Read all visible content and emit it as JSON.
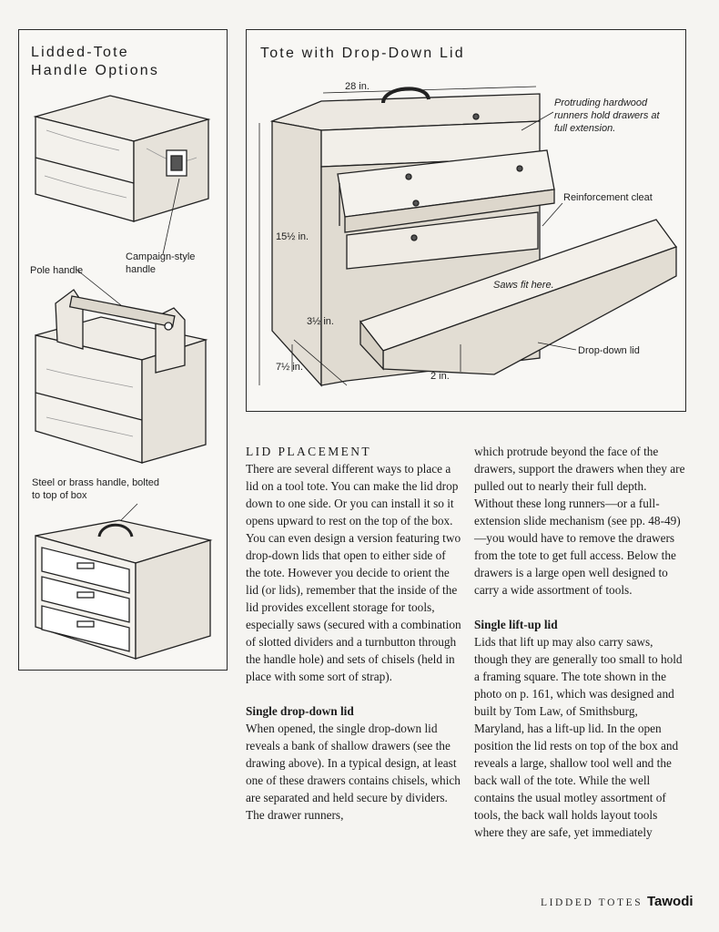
{
  "left_panel": {
    "title_line1": "Lidded-Tote",
    "title_line2": "Handle Options",
    "callout_campaign": "Campaign-style handle",
    "callout_pole": "Pole handle",
    "callout_steel": "Steel or brass handle, bolted to top of box"
  },
  "right_panel": {
    "title": "Tote with Drop-Down Lid",
    "dim_width": "28 in.",
    "dim_height": "15½ in.",
    "dim_3half": "3½ in.",
    "dim_7half": "7½ in.",
    "dim_2": "2 in.",
    "callout_runners": "Protruding hardwood runners hold drawers at full extension.",
    "callout_cleat": "Reinforcement cleat",
    "callout_saws": "Saws fit here.",
    "callout_droplid": "Drop-down lid"
  },
  "article": {
    "heading": "LID PLACEMENT",
    "para1": "There are several different ways to place a lid on a tool tote. You can make the lid drop down to one side. Or you can install it so it opens upward to rest on the top of the box. You can even design a version featuring two drop-down lids that open to either side of the tote. However you decide to orient the lid (or lids), remember that the inside of the lid provides excellent storage for tools, especially saws (secured with a combination of slotted dividers and a turnbutton through the handle hole) and sets of chisels (held in place with some sort of strap).",
    "sub1": "Single drop-down lid",
    "para2": "When opened, the single drop-down lid reveals a bank of shallow drawers (see the drawing above). In a typical design, at least one of these drawers contains chisels, which are separated and held secure by dividers. The drawer runners,",
    "para3": "which protrude beyond the face of the drawers, support the drawers when they are pulled out to nearly their full depth. Without these long runners—or a full-extension slide mechanism (see pp. 48-49)—you would have to remove the drawers from the tote to get full access. Below the drawers is a large open well designed to carry a wide assortment of tools.",
    "sub2": "Single lift-up lid",
    "para4": "Lids that lift up may also carry saws, though they are generally too small to hold a framing square. The tote shown in the photo on p. 161, which was designed and built by Tom Law, of Smithsburg, Maryland, has a lift-up lid. In the open position the lid rests on top of the box and reveals a large, shallow tool well and the back wall of the tote. While the well contains the usual motley assortment of tools, the back wall holds layout tools where they are safe, yet immediately"
  },
  "footer": {
    "running_head": "LIDDED TOTES",
    "watermark": "Tawodi"
  }
}
